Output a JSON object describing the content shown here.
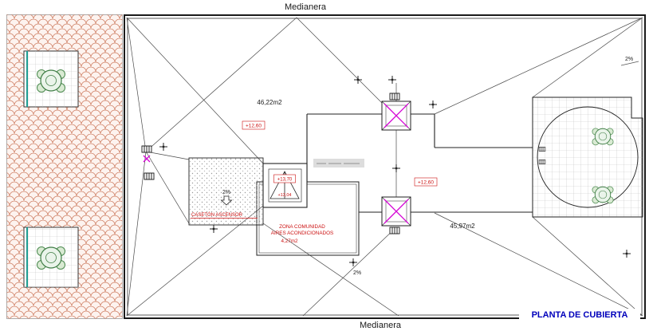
{
  "plan": {
    "title": "PLANTA DE CUBIERTA",
    "boundary_top": "Medianera",
    "boundary_bottom": "Medianera"
  },
  "annotations": {
    "area_left": "46,22m2",
    "area_right": "45,97m2",
    "level_left": "+12,60",
    "level_right": "+12,60",
    "level_skylight_top": "+13,70",
    "level_skylight_base": "+13,04",
    "caseton_label": "CASETÓN ASCENSOR",
    "ac_zone_line1": "ZONA COMUNIDAD",
    "ac_zone_line2": "AIRES ACONDICIONADOS",
    "ac_zone_area": "4,27m2",
    "slope_caseton": "2%",
    "slope_top_right": "2%",
    "slope_bottom": "2%"
  },
  "colors": {
    "annotation_red": "#cc1111",
    "title_blue": "#0000bb",
    "skylight_magenta": "#d400d4",
    "hatch_orange": "#cc7a5e",
    "furniture_green": "#3f7d45",
    "accent_teal": "#1f9e93"
  }
}
